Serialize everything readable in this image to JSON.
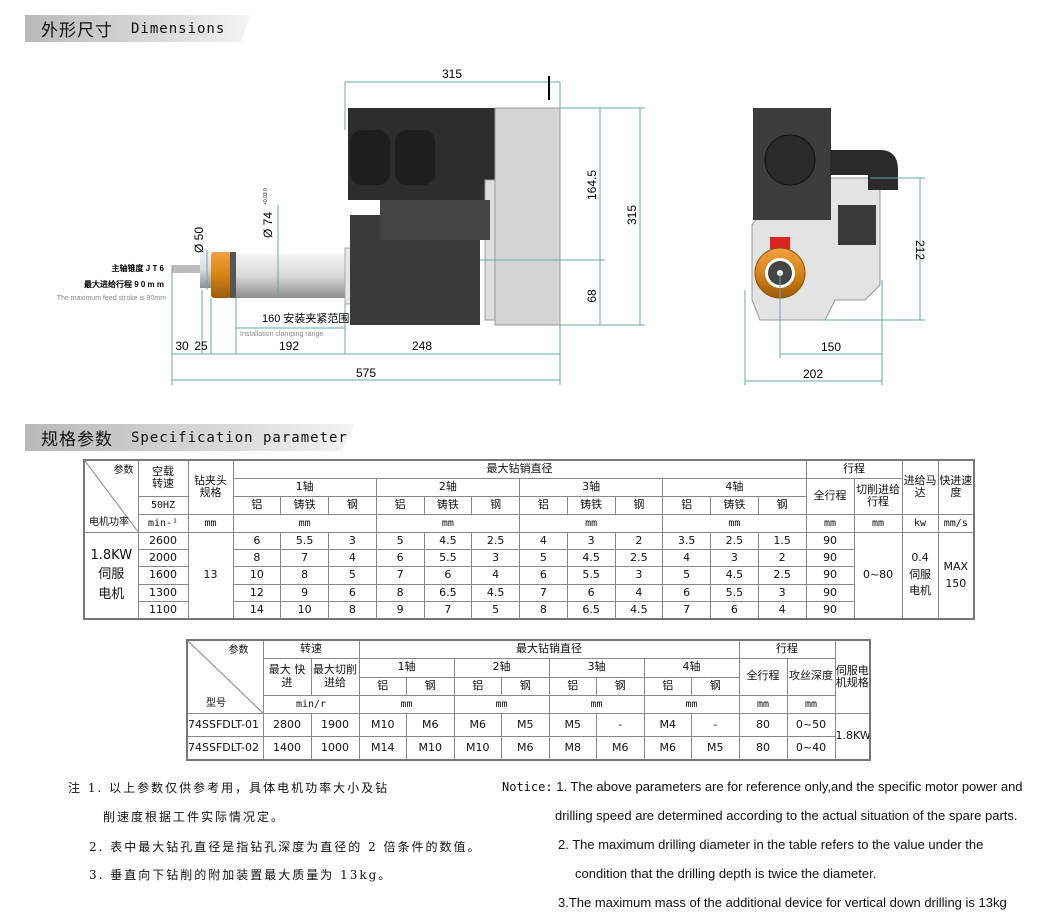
{
  "section_dimensions": {
    "title_cn": "外形尺寸",
    "title_en": "Dimensions"
  },
  "drawing": {
    "side_labels": {
      "dim_top": "315",
      "dim_164": "164.5",
      "dim_315v": "315",
      "dim_68": "68",
      "dia50": "Ø 50",
      "dia74": "Ø 74",
      "dia74_tol": "+0.03 0",
      "clamp": "160 安装夹紧范围",
      "clamp_en": "Installation clamping range",
      "d30": "30",
      "d25": "25",
      "d192": "192",
      "d248": "248",
      "d575": "575",
      "taper": "主轴锥度 J T 6",
      "stroke_cn": "最大进给行程 9 0 m m",
      "stroke_en": "The maximum feed stroke is 90mm"
    },
    "front_labels": {
      "d212": "212",
      "d150": "150",
      "d202": "202"
    }
  },
  "section_spec": {
    "title_cn": "规格参数",
    "title_en": "Specification parameter"
  },
  "table1": {
    "corner_top": "参数",
    "corner_bottom": "电机功率",
    "h_speed1": "空载",
    "h_speed2": "转速",
    "h_hz": "50HZ",
    "h_min": "min-¹",
    "h_chuck1": "钻夹头",
    "h_chuck2": "规格",
    "h_chuck_unit": "mm",
    "h_maxdia": "最大钻销直径",
    "axes": [
      "1轴",
      "2轴",
      "3轴",
      "4轴"
    ],
    "materials": [
      "铝",
      "铸铁",
      "钢"
    ],
    "unit_mm": "mm",
    "h_stroke": "行程",
    "h_full": "全行程",
    "h_cut1": "切削进给",
    "h_cut2": "行程",
    "h_feed1": "进给马",
    "h_feed2": "达",
    "h_feed_unit": "kw",
    "h_rapid1": "快进速",
    "h_rapid2": "度",
    "h_rapid_unit": "mm/s",
    "motor1": "1.8KW",
    "motor2": "伺服",
    "motor3": "电机",
    "chuck": "13",
    "cut_stroke": "0~80",
    "feed1": "0.4",
    "feed2": "伺服",
    "feed3": "电机",
    "rapid1": "MAX",
    "rapid2": "150",
    "rows": [
      {
        "speed": "2600",
        "v": [
          "6",
          "5.5",
          "3",
          "5",
          "4.5",
          "2.5",
          "4",
          "3",
          "2",
          "3.5",
          "2.5",
          "1.5"
        ],
        "full": "90"
      },
      {
        "speed": "2000",
        "v": [
          "8",
          "7",
          "4",
          "6",
          "5.5",
          "3",
          "5",
          "4.5",
          "2.5",
          "4",
          "3",
          "2"
        ],
        "full": "90"
      },
      {
        "speed": "1600",
        "v": [
          "10",
          "8",
          "5",
          "7",
          "6",
          "4",
          "6",
          "5.5",
          "3",
          "5",
          "4.5",
          "2.5"
        ],
        "full": "90"
      },
      {
        "speed": "1300",
        "v": [
          "12",
          "9",
          "6",
          "8",
          "6.5",
          "4.5",
          "7",
          "6",
          "4",
          "6",
          "5.5",
          "3"
        ],
        "full": "90"
      },
      {
        "speed": "1100",
        "v": [
          "14",
          "10",
          "8",
          "9",
          "7",
          "5",
          "8",
          "6.5",
          "4.5",
          "7",
          "6",
          "4"
        ],
        "full": "90"
      }
    ]
  },
  "table2": {
    "corner_top": "参数",
    "corner_bottom": "型号",
    "h_speed": "转速",
    "h_rapid1": "最大  快",
    "h_rapid2": "进",
    "h_cut1": "最大切削",
    "h_cut2": "进给",
    "h_unit_speed": "min/r",
    "h_maxdia": "最大钻销直径",
    "axes": [
      "1轴",
      "2轴",
      "3轴",
      "4轴"
    ],
    "materials": [
      "铝",
      "钢"
    ],
    "unit_mm": "mm",
    "h_stroke": "行程",
    "h_full": "全行程",
    "h_tap": "攻丝深度",
    "h_motor1": "伺服电",
    "h_motor2": "机规格",
    "motor": "1.8KW",
    "rows": [
      {
        "model": "74SSFDLT-01",
        "rapid": "2800",
        "cut": "1900",
        "v": [
          "M10",
          "M6",
          "M6",
          "M5",
          "M5",
          "-",
          "M4",
          "-"
        ],
        "full": "80",
        "tap": "0~50"
      },
      {
        "model": "74SSFDLT-02",
        "rapid": "1400",
        "cut": "1000",
        "v": [
          "M14",
          "M10",
          "M10",
          "M6",
          "M8",
          "M6",
          "M6",
          "M5"
        ],
        "full": "80",
        "tap": "0~40"
      }
    ]
  },
  "notes_cn": {
    "label": "注",
    "n1a": "1. 以上参数仅供参考用，具体电机功率大小及钻",
    "n1b": "削速度根据工件实际情况定。",
    "n2": "2. 表中最大钻孔直径是指钻孔深度为直径的 2 倍条件的数值。",
    "n3": "3. 垂直向下钻削的附加装置最大质量为 13kg。"
  },
  "notes_en": {
    "label": "Notice:",
    "n1a": "1. The above parameters are for reference only,and the specific motor power and",
    "n1b": "drilling speed are determined according to the actual situation of the spare parts.",
    "n2a": "2. The maximum drilling diameter in the table refers to the value under the",
    "n2b": "condition that the drilling depth is twice the diameter.",
    "n3": "3.The maximum mass of the additional device for vertical down drilling is 13kg"
  }
}
